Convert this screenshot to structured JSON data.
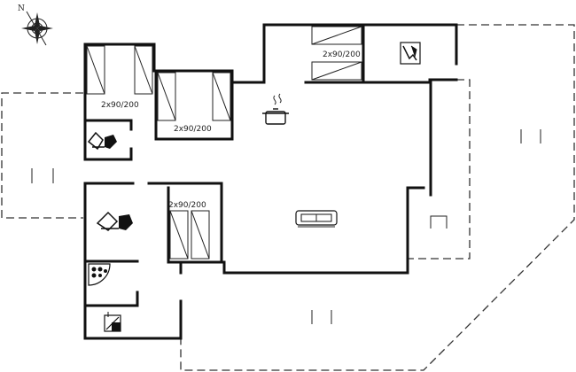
{
  "compass": {
    "north_label": "N"
  },
  "bed_labels": {
    "bedroom1": "2x90/200",
    "bedroom2": "2x90/200",
    "bedroom3": "2x90/200",
    "bedroom4": "2x90/200"
  },
  "icons": {
    "compass": "compass-rose-icon",
    "kitchen": "cooking-pot-icon",
    "living": "sofa-icon",
    "toilet_1": "toilet-icon",
    "toilet_2": "toilet-icon",
    "shower": "shower-icon",
    "washer": "washing-machine-icon",
    "sauna": "sauna-icon",
    "spa": "whirlpool-icon",
    "furniture": "garden-furniture-icon"
  }
}
